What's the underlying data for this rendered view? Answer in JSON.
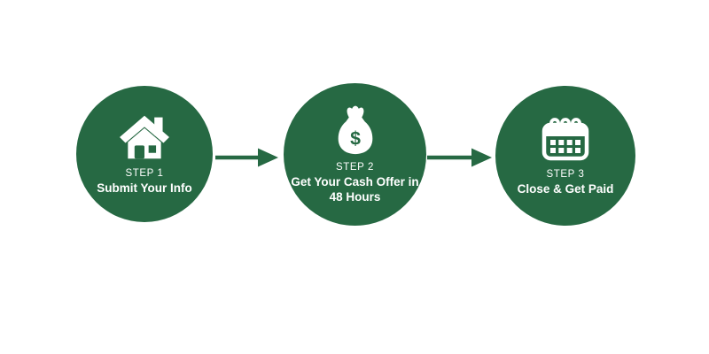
{
  "diagram": {
    "title": "3-step cash offer process",
    "background_color": "#ffffff",
    "accent_green": "#266943",
    "text_color": "#ffffff",
    "steps": [
      {
        "label": "STEP 1",
        "title": "Submit Your Info",
        "icon": "house-icon"
      },
      {
        "label": "STEP 2",
        "title": "Get Your Cash Offer in 48 Hours",
        "icon": "money-bag-icon"
      },
      {
        "label": "STEP 3",
        "title": "Close & Get Paid",
        "icon": "calendar-icon"
      }
    ],
    "money_bag_symbol": "$",
    "arrow_count": 2
  }
}
